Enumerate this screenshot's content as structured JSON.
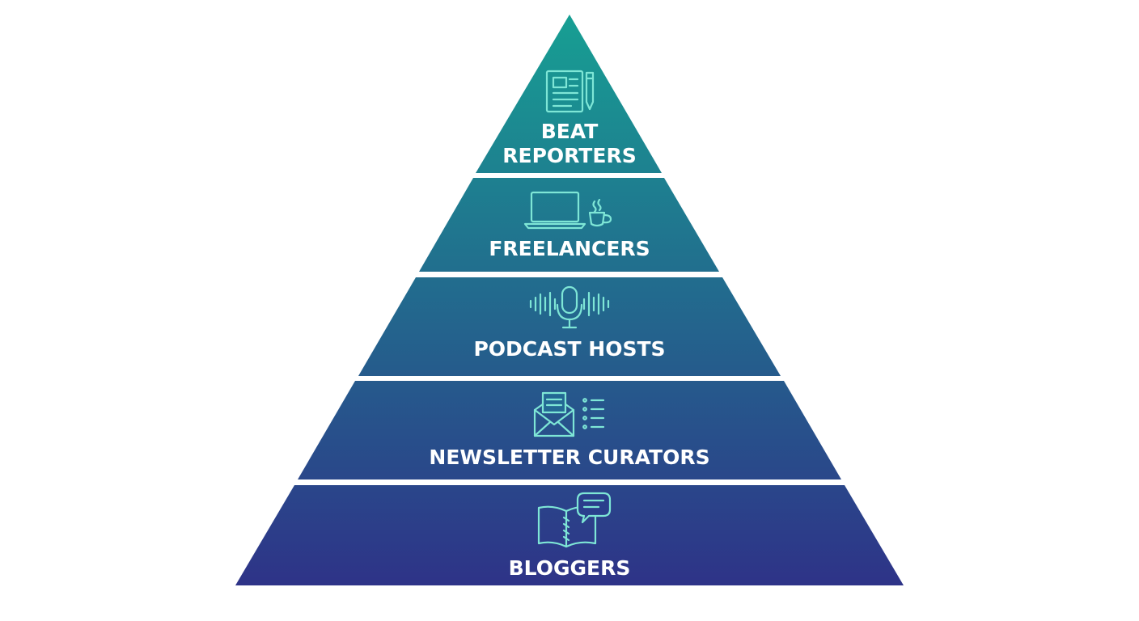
{
  "diagram": {
    "type": "pyramid",
    "tiers": [
      {
        "lines": [
          "BEAT",
          "REPORTERS"
        ],
        "icon": "newspaper-pen-icon",
        "color": "#1a9a92"
      },
      {
        "lines": [
          "FREELANCERS"
        ],
        "icon": "laptop-coffee-icon",
        "color": "#1d8694"
      },
      {
        "lines": [
          "PODCAST HOSTS"
        ],
        "icon": "microphone-soundwave-icon",
        "color": "#236e95"
      },
      {
        "lines": [
          "NEWSLETTER CURATORS"
        ],
        "icon": "envelope-list-icon",
        "color": "#285592"
      },
      {
        "lines": [
          "BLOGGERS"
        ],
        "icon": "open-book-chat-icon",
        "color": "#2d3d8c"
      }
    ],
    "colors": {
      "top": "#179f93",
      "bottom": "#2e3388",
      "icon": "#7ee6d6",
      "text": "#ffffff",
      "separator": "#ffffff"
    }
  }
}
